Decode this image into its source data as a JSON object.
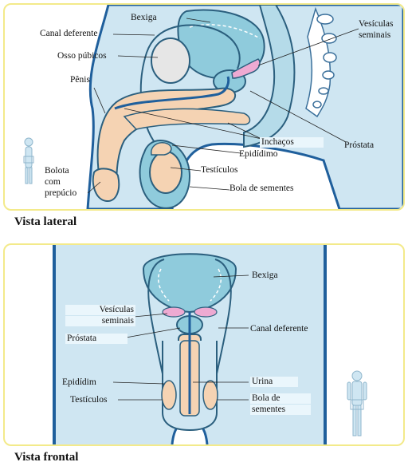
{
  "lateral_view": {
    "caption": "Vista lateral",
    "labels": {
      "bexiga": "Bexiga",
      "canal_deferente": "Canal deferente",
      "osso_pubico": "Osso púbicos",
      "penis": "Pênis",
      "vesiculas_seminais": [
        "Vesículas",
        "seminais"
      ],
      "inchacos": "Inchaços",
      "prostata": "Próstata",
      "epididimo": "Epidídimo",
      "testiculos": "Testículos",
      "bolota_com_prepucio": [
        "Bolota",
        "com",
        "prepúcio"
      ],
      "bola_de_sementes": "Bola de sementes"
    }
  },
  "frontal_view": {
    "caption": "Vista frontal",
    "labels": {
      "bexiga": "Bexiga",
      "vesiculas_seminais": [
        "Vesículas",
        "seminais"
      ],
      "canal_deferente": "Canal deferente",
      "prostata": "Próstata",
      "epididimo": "Epidídim",
      "urina": "Urina",
      "testiculos": "Testículos",
      "bola_de_sementes": [
        "Bola de",
        "sementes"
      ]
    }
  },
  "colors": {
    "body_fill": "#cfe6f2",
    "body_outline": "#1f5f9c",
    "organ_fill": "#8fcbdc",
    "tube_fill": "#f5d3b3",
    "tube_outline": "#2b5f7e",
    "seminal_pink": "#eeaad2",
    "panel_border": "#f3ea8a"
  }
}
